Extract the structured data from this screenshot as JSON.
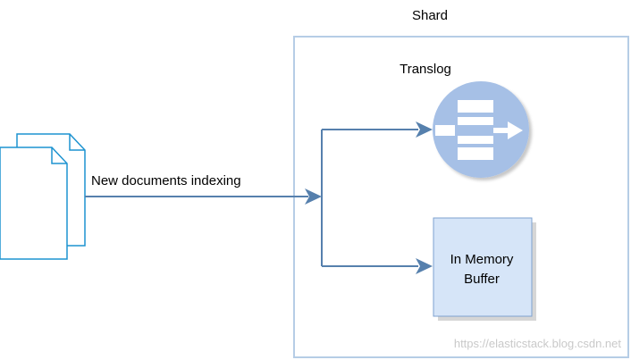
{
  "shard": {
    "title": "Shard"
  },
  "translog": {
    "label": "Translog",
    "icon": "document-stream-icon"
  },
  "memory_buffer": {
    "line1": "In Memory",
    "line2": "Buffer"
  },
  "documents": {
    "icon": "documents-icon"
  },
  "flow": {
    "label": "New documents indexing"
  },
  "watermark": {
    "text": "https://elasticstack.blog.csdn.net"
  },
  "colors": {
    "shard_border": "#b6cde6",
    "doc_stroke": "#1d93d0",
    "arrow": "#5680ad",
    "translog_fill": "#a6c0e6",
    "buffer_fill": "#d6e5f8",
    "buffer_stroke": "#7ea1cf"
  }
}
